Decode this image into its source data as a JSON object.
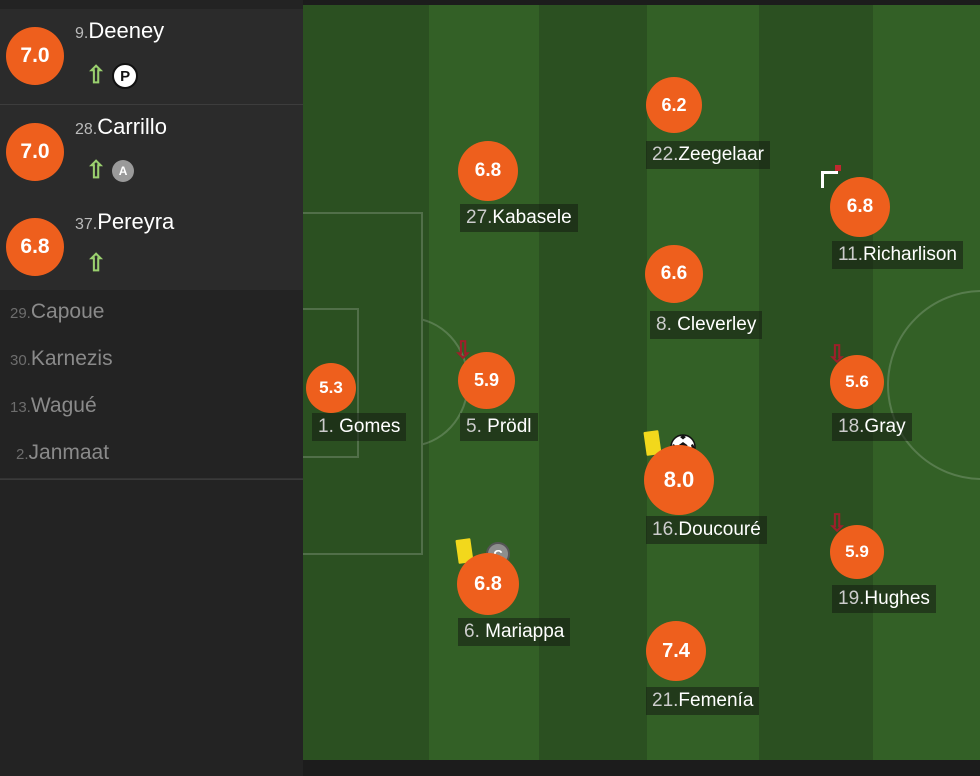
{
  "substitutes": [
    {
      "rating": "7.0",
      "number": "9.",
      "name": "Deeney",
      "icons": [
        "sub-in",
        "penalty-badge"
      ],
      "badge_label": "P"
    },
    {
      "rating": "7.0",
      "number": "28.",
      "name": "Carrillo",
      "icons": [
        "sub-in",
        "assist-badge"
      ],
      "badge_label": "A"
    },
    {
      "rating": "6.8",
      "number": "37.",
      "name": "Pereyra",
      "icons": [
        "sub-in"
      ]
    }
  ],
  "bench": [
    {
      "number": "29.",
      "name": "Capoue"
    },
    {
      "number": "30.",
      "name": "Karnezis"
    },
    {
      "number": "13.",
      "name": "Wagué"
    },
    {
      "number": "2.",
      "name": "Janmaat"
    }
  ],
  "players": [
    {
      "id": "gomes",
      "rating": "5.3",
      "number": "1.",
      "name": "Gomes"
    },
    {
      "id": "kabasele",
      "rating": "6.8",
      "number": "27.",
      "name": "Kabasele"
    },
    {
      "id": "prodl",
      "rating": "5.9",
      "number": "5.",
      "name": "Prödl"
    },
    {
      "id": "mariappa",
      "rating": "6.8",
      "number": "6.",
      "name": "Mariappa",
      "captain_label": "C"
    },
    {
      "id": "zeegelaar",
      "rating": "6.2",
      "number": "22.",
      "name": "Zeegelaar"
    },
    {
      "id": "cleverley",
      "rating": "6.6",
      "number": "8.",
      "name": "Cleverley"
    },
    {
      "id": "doucoure",
      "rating": "8.0",
      "number": "16.",
      "name": "Doucouré"
    },
    {
      "id": "femenia",
      "rating": "7.4",
      "number": "21.",
      "name": "Femenía"
    },
    {
      "id": "richarlison",
      "rating": "6.8",
      "number": "11.",
      "name": "Richarlison"
    },
    {
      "id": "gray",
      "rating": "5.6",
      "number": "18.",
      "name": "Gray"
    },
    {
      "id": "hughes",
      "rating": "5.9",
      "number": "19.",
      "name": "Hughes"
    }
  ],
  "colors": {
    "rating_bg": "#ee5f1d",
    "pitch_dark": "#2b5021",
    "pitch_light": "#346227",
    "sub_in_arrow": "#9ad06e",
    "sub_out_arrow": "#9e1f2a",
    "yellow_card": "#f2d81c"
  },
  "icons": {
    "sub_in": "up-arrow-icon",
    "sub_out": "down-arrow-icon",
    "yellow_card": "yellow-card-icon",
    "goal": "football-icon",
    "corner": "corner-flag-icon",
    "captain": "captain-badge-icon"
  }
}
